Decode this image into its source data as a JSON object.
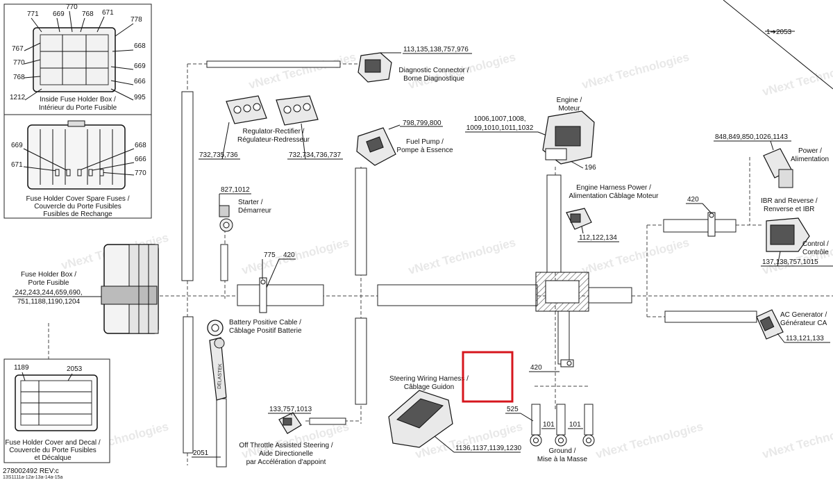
{
  "title_block": {
    "part_number": "278002492 REV:c",
    "sheet_code": "13S1111a-12a-13a-14a-15a"
  },
  "watermark": "vNext Technologies",
  "fuse_inside": {
    "caption1": "Inside Fuse Holder Box /",
    "caption2": "Intérieur du Porte Fusible",
    "callouts": [
      "771",
      "669",
      "770",
      "768",
      "671",
      "778",
      "767",
      "668",
      "770",
      "669",
      "768",
      "666",
      "1212",
      "995"
    ]
  },
  "fuse_spare": {
    "caption1": "Fuse Holder Cover Spare Fuses /",
    "caption2": "Couvercle du Porte Fusibles",
    "caption3": "Fusibles de Rechange",
    "callouts": [
      "669",
      "671",
      "668",
      "666",
      "770"
    ]
  },
  "fuse_decal": {
    "caption1": "Fuse Holder Cover and Decal /",
    "caption2": "Couvercle du Porte Fusibles",
    "caption3": "et Décalque",
    "callouts": [
      "1189",
      "2053"
    ]
  },
  "fuse_box": {
    "label1": "Fuse Holder Box /",
    "label2": "Porte Fusible",
    "parts1": "242,243,244,659,690,",
    "parts2": "751,1188,1190,1204"
  },
  "diagnostic": {
    "parts": "113,135,138,757,976",
    "label1": "Diagnostic Connector /",
    "label2": "Borne Diagnostique"
  },
  "regulator": {
    "label1": "Regulator-Rectifier /",
    "label2": "Régulateur-Redresseur",
    "parts_a": "732,735,736",
    "parts_b": "732,734,736,737"
  },
  "fuel_pump": {
    "parts": "798,799,800",
    "label1": "Fuel Pump /",
    "label2": "Pompe à Essence"
  },
  "engine": {
    "label1": "Engine /",
    "label2": "Moteur",
    "parts1": "1006,1007,1008,",
    "parts2": "1009,1010,1011,1032",
    "callout": "196"
  },
  "engine_harness": {
    "label1": "Engine Harness Power /",
    "label2": "Alimentation Câblage Moteur",
    "parts": "112,122,134"
  },
  "starter": {
    "parts": "827,1012",
    "label1": "Starter /",
    "label2": "Démarreur"
  },
  "clamp_refs": {
    "c775": "775",
    "c420a": "420",
    "c420b": "420",
    "c420c": "420"
  },
  "jump_ref": "1➔2053",
  "power": {
    "parts": "848,849,850,1026,1143",
    "label1": "Power /",
    "label2": "Alimentation"
  },
  "ibr": {
    "label1": "IBR and Reverse /",
    "label2": "Renverse et IBR"
  },
  "control": {
    "label1": "Control /",
    "label2": "Contrôle",
    "parts": "137,138,757,1015"
  },
  "ac_gen": {
    "label1": "AC Generator /",
    "label2": "Générateur  CA",
    "parts": "113,121,133"
  },
  "battery": {
    "label1": "Battery Positive Cable /",
    "label2": "Câblage Positif Batterie",
    "brand": "DELASTEK",
    "callout": "2051"
  },
  "steering": {
    "label1": "Steering Wiring Harness /",
    "label2": "Câblage Guidon",
    "parts": "1136,1137,1139,1230"
  },
  "throttle": {
    "parts": "133,757,1013",
    "label1": "Off Throttle Assisted Steering /",
    "label2": "Aide Directionelle",
    "label3": "par Accélération d'appoint"
  },
  "ground": {
    "label1": "Ground /",
    "label2": "Mise à la Masse",
    "c525": "525",
    "c101a": "101",
    "c101b": "101"
  },
  "highlight_color": "#d6161d"
}
